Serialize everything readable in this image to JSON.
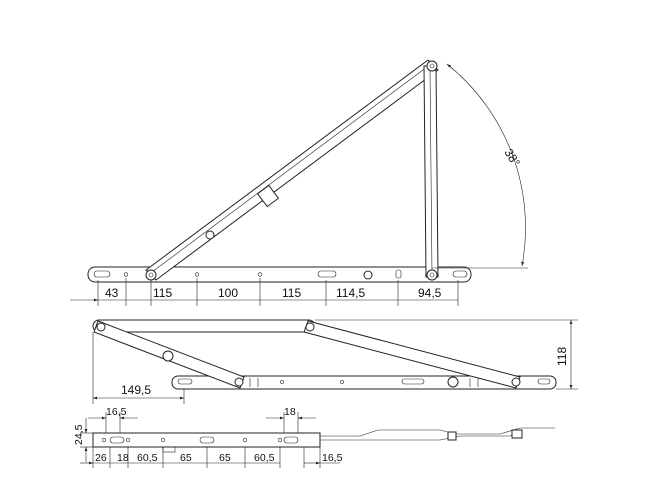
{
  "top_view": {
    "dims": [
      "43",
      "115",
      "100",
      "115",
      "114,5",
      "94,5"
    ],
    "angle": "38°"
  },
  "middle_view": {
    "width_dim": "149,5",
    "height_dim": "118"
  },
  "bottom_view": {
    "dims_top": [
      "16,5",
      "18"
    ],
    "dim_left": "24,5",
    "dims_bottom": [
      "26",
      "18",
      "60,5",
      "65",
      "65",
      "60,5"
    ],
    "dim_right": "16,5"
  }
}
